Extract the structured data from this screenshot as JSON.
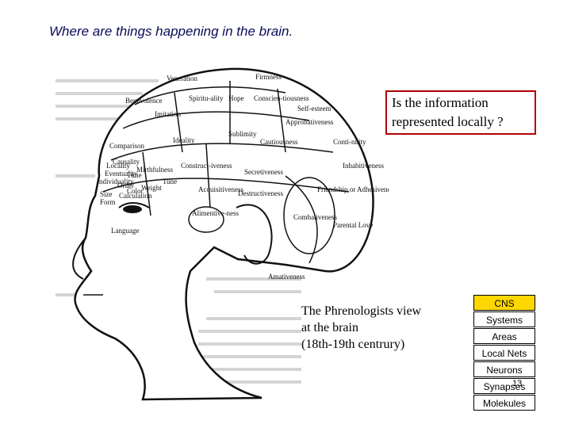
{
  "title": "Where are things happening in the brain.",
  "callout": "Is the information represented locally ?",
  "caption": {
    "line1": "The Phrenologists view",
    "line2": "at the brain",
    "line3": "(18th-19th centrury)"
  },
  "levels": [
    "CNS",
    "Systems",
    "Areas",
    "Local Nets",
    "Neurons",
    "Synapses",
    "Molekules"
  ],
  "page_number": "13",
  "figure": {
    "regions": {
      "veneration": "Veneration",
      "firmness": "Firmness",
      "benevolence": "Benevolence",
      "spirituality": "Spiritu-ality",
      "hope": "Hope",
      "conscientiousness": "Conscien-tiousness",
      "imitation": "Imitation",
      "self_esteem": "Self-esteem",
      "comparison": "Comparison",
      "ideality": "Ideality",
      "sublimity": "Sublimity",
      "cautiousness": "Cautiousness",
      "approbativeness": "Approbativeness",
      "causality": "Causality",
      "mirthfulness": "Mirthfulness",
      "continuity": "Conti-nuity",
      "inhabitiveness": "Inhabitiveness",
      "time": "Time",
      "tune": "Tune",
      "constructiveness": "Construct-iveness",
      "acquisitiveness": "Acquisitiveness",
      "secretiveness": "Secretiveness",
      "friendship": "Friendship or Adhesiveness",
      "order": "Order",
      "calculation": "Calculation",
      "color": "Color",
      "form": "Form",
      "size": "Size",
      "weight": "Weight",
      "language": "Language",
      "destructiveness": "Destructiveness",
      "alimentiveness": "Alimentive-ness",
      "combativeness": "Combativeness",
      "parental_love": "Parental Love",
      "amativeness": "Amativeness",
      "eventuality": "Eventuality",
      "individuality": "Individuality",
      "locality": "Locality"
    }
  }
}
